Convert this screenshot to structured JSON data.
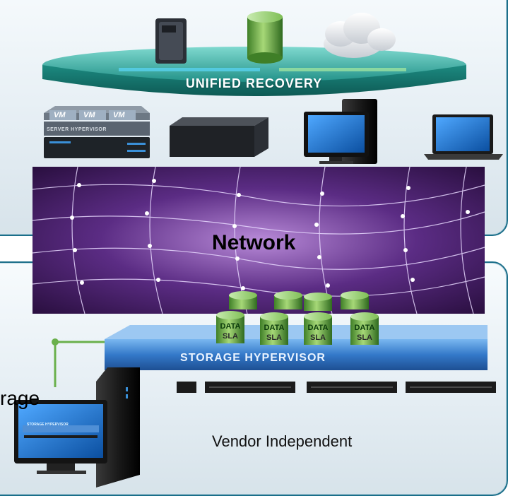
{
  "diagram": {
    "unified_recovery_label": "UNIFIED RECOVERY",
    "network_label": "Network",
    "storage_hypervisor_label": "STORAGE HYPERVISOR",
    "vendor_label": "Vendor Independent",
    "storage_partial_label": "rage",
    "server_hypervisor_label": "SERVER HYPERVISOR",
    "mini_storage_hypervisor_label": "STORAGE HYPERVISOR",
    "vm_labels": [
      "VM",
      "VM",
      "VM"
    ],
    "data_cylinders": [
      {
        "label_top": "DATA",
        "label_bottom": "SLA"
      },
      {
        "label_top": "DATA",
        "label_bottom": "SLA"
      },
      {
        "label_top": "DATA",
        "label_bottom": "SLA"
      },
      {
        "label_top": "DATA",
        "label_bottom": "SLA"
      }
    ],
    "colors": {
      "panel_border": "#1b6f8a",
      "ring_teal": "#2aa79b",
      "storage_blue": "#3b86d9",
      "network_purple": "#5a2a7a",
      "data_green": "#6fae3f"
    }
  }
}
